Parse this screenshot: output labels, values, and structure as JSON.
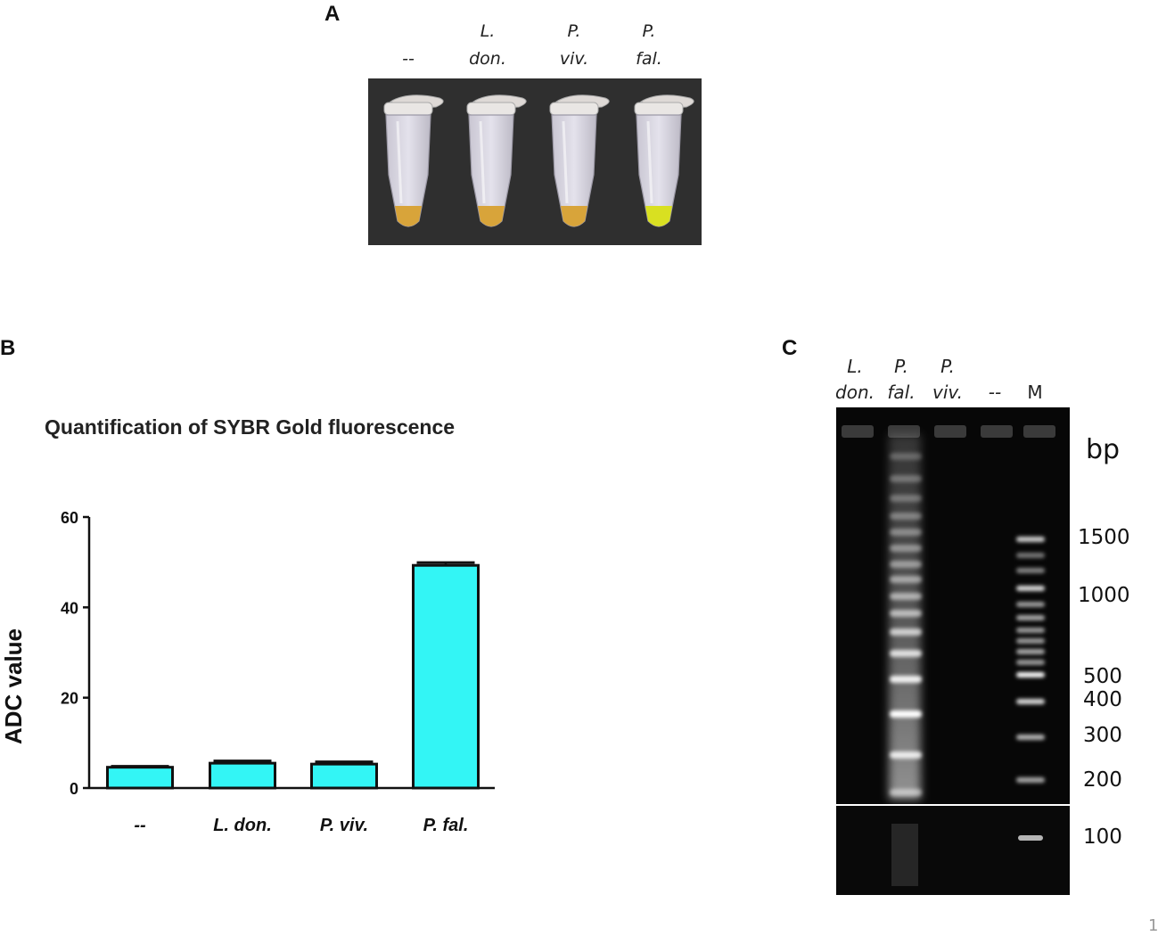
{
  "panels": {
    "a": {
      "letter": "A",
      "tube_labels": [
        {
          "line1": "",
          "line2": "--"
        },
        {
          "line1": "L.",
          "line2": "don."
        },
        {
          "line1": "P.",
          "line2": "viv."
        },
        {
          "line1": "P.",
          "line2": "fal."
        }
      ],
      "tube_liquid_colors": [
        "#d8a43a",
        "#d8a43a",
        "#d8a43a",
        "#d9e021"
      ]
    },
    "b": {
      "letter": "B"
    },
    "c": {
      "letter": "C",
      "lane_labels": [
        {
          "line1": "L.",
          "line2": "don."
        },
        {
          "line1": "P.",
          "line2": "fal."
        },
        {
          "line1": "P.",
          "line2": "viv."
        },
        {
          "line1": "",
          "line2": "--"
        },
        {
          "line1": "",
          "line2": "M"
        }
      ],
      "bp_unit": "bp",
      "marker_sizes": [
        "1500",
        "1000",
        "500",
        "400",
        "300",
        "200",
        "100"
      ]
    }
  },
  "chart_data": {
    "type": "bar",
    "title": "Quantification of SYBR Gold fluorescence",
    "xlabel": "",
    "ylabel": "ADC value",
    "categories": [
      "--",
      "L. don.",
      "P. viv.",
      "P. fal."
    ],
    "values": [
      4.6,
      5.5,
      5.3,
      49.3
    ],
    "error": [
      0.2,
      0.5,
      0.5,
      0.6
    ],
    "ylim": [
      0,
      60
    ],
    "yticks": [
      0,
      20,
      40,
      60
    ],
    "bar_color": "#33f5f5",
    "grid": false
  },
  "page_number": "1"
}
